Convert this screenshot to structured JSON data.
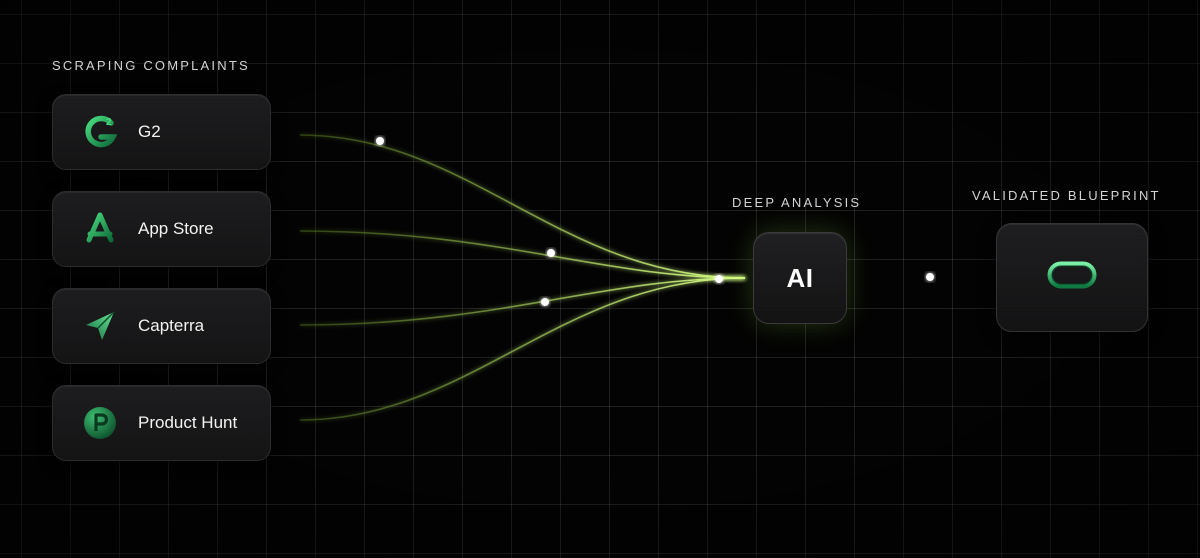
{
  "labels": {
    "sources": "SCRAPING COMPLAINTS",
    "analysis": "DEEP ANALYSIS",
    "blueprint": "VALIDATED BLUEPRINT"
  },
  "sources": [
    {
      "name": "G2",
      "icon": "g2-logo-icon"
    },
    {
      "name": "App Store",
      "icon": "app-store-logo-icon"
    },
    {
      "name": "Capterra",
      "icon": "capterra-logo-icon"
    },
    {
      "name": "Product Hunt",
      "icon": "product-hunt-logo-icon"
    }
  ],
  "analysis": {
    "label": "AI"
  },
  "blueprint": {
    "icon": "pill-blueprint-icon"
  },
  "colors": {
    "background": "#030303",
    "accent_green": "#22c55e",
    "line_glow": "#c6f56b",
    "card_bg": "#1a1a1c"
  }
}
